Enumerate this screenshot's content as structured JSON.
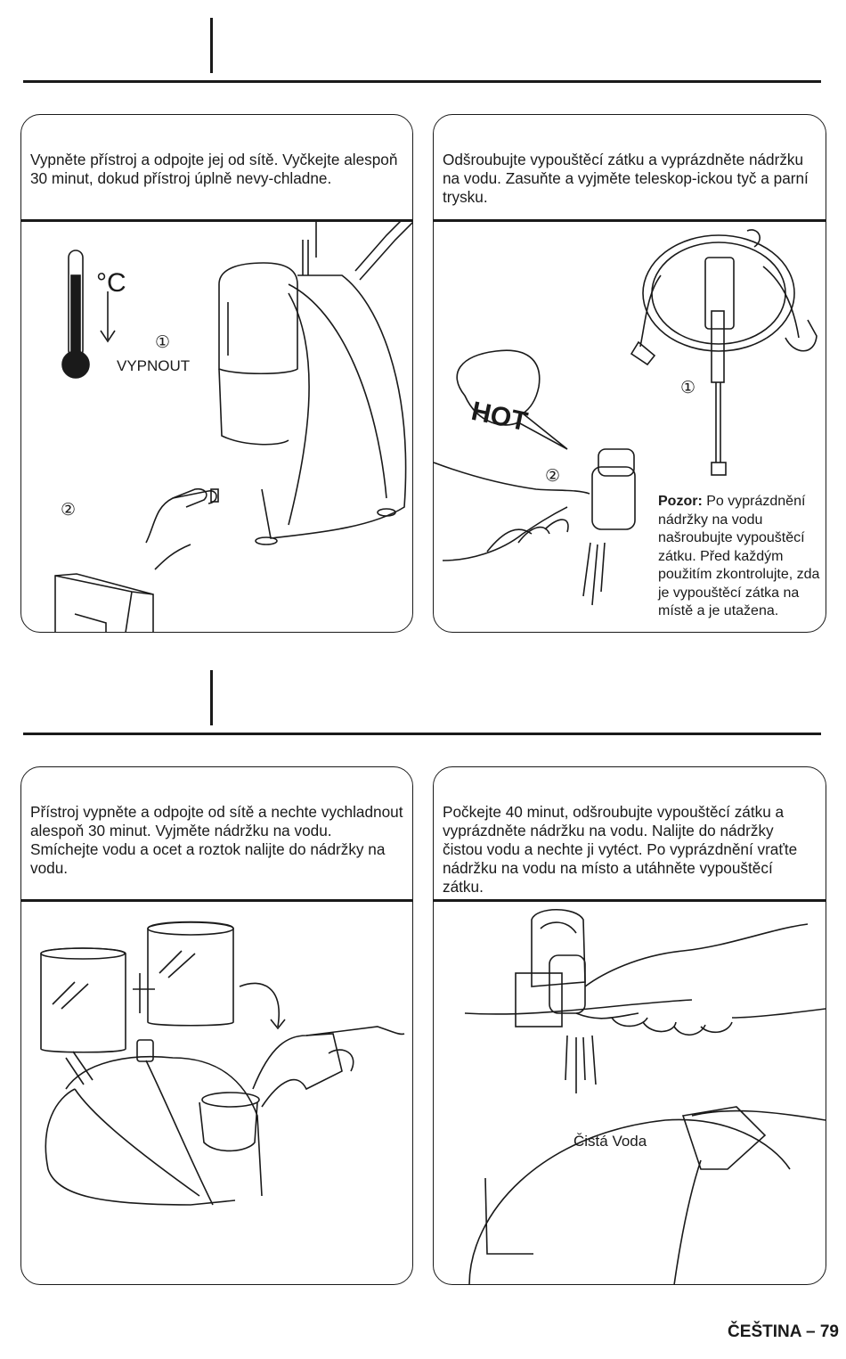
{
  "section1": {
    "panel1": {
      "text": "Vypněte přístroj a odpojte jej od sítě. Vyčkejte alespoň 30 minut, dokud přístroj úplně nevy-chladne.",
      "degree_label": "°C",
      "step1_marker": "①",
      "switch_label": "VYPNOUT",
      "step2_marker": "②"
    },
    "panel2": {
      "text": "Odšroubujte vypouštěcí zátku a vyprázdněte nádržku na vodu. Zasuňte a vyjměte teleskop-ickou tyč a parní trysku.",
      "hot_label": "HOT",
      "step1_marker": "①",
      "step2_marker": "②",
      "note_bold": "Pozor:",
      "note_text": " Po vyprázdnění nádržky na vodu našroubujte vypouštěcí zátku. Před každým použitím zkontrolujte, zda je vypouštěcí zátka na místě a je utažena."
    }
  },
  "section2": {
    "panel3": {
      "text": "Přístroj vypněte a odpojte od sítě a nechte vychladnout alespoň 30 minut. Vyjměte nádržku na vodu. Smíchejte vodu a ocet a roztok nalijte do nádržky na vodu."
    },
    "panel4": {
      "text": "Počkejte 40 minut, odšroubujte vypouštěcí zátku a vyprázdněte nádržku na vodu. Nalijte do nádržky čistou vodu a nechte ji vytéct. Po vyprázdnění vraťte nádržku na vodu na místo a utáhněte vypouštěcí zátku.",
      "water_label": "Čistá Voda"
    }
  },
  "footer": "ČEŠTINA – 79"
}
